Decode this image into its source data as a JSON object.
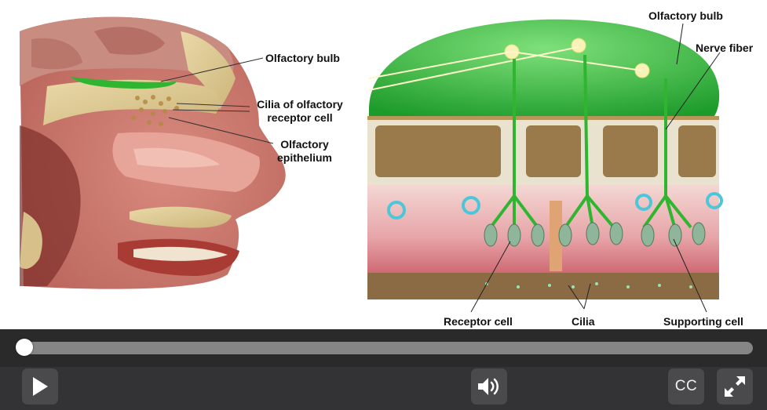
{
  "labels": {
    "left_olfactory_bulb": "Olfactory bulb",
    "cilia_receptor_line1": "Cilia of olfactory",
    "cilia_receptor_line2": "receptor cell",
    "epithelium_line1": "Olfactory",
    "epithelium_line2": "epithelium",
    "right_olfactory_bulb": "Olfactory bulb",
    "nerve_fiber": "Nerve fiber",
    "receptor_cell": "Receptor cell",
    "cilia": "Cilia",
    "supporting_cell": "Supporting cell"
  },
  "player": {
    "progress_fraction": 0.0,
    "play_icon": "play-icon",
    "volume_icon": "volume-icon",
    "captions_label": "CC",
    "fullscreen_icon": "fullscreen-icon"
  },
  "colors": {
    "control_bar": "#333335",
    "button_bg": "#4a4a4c",
    "olfactory_green": "#2fb52f"
  }
}
